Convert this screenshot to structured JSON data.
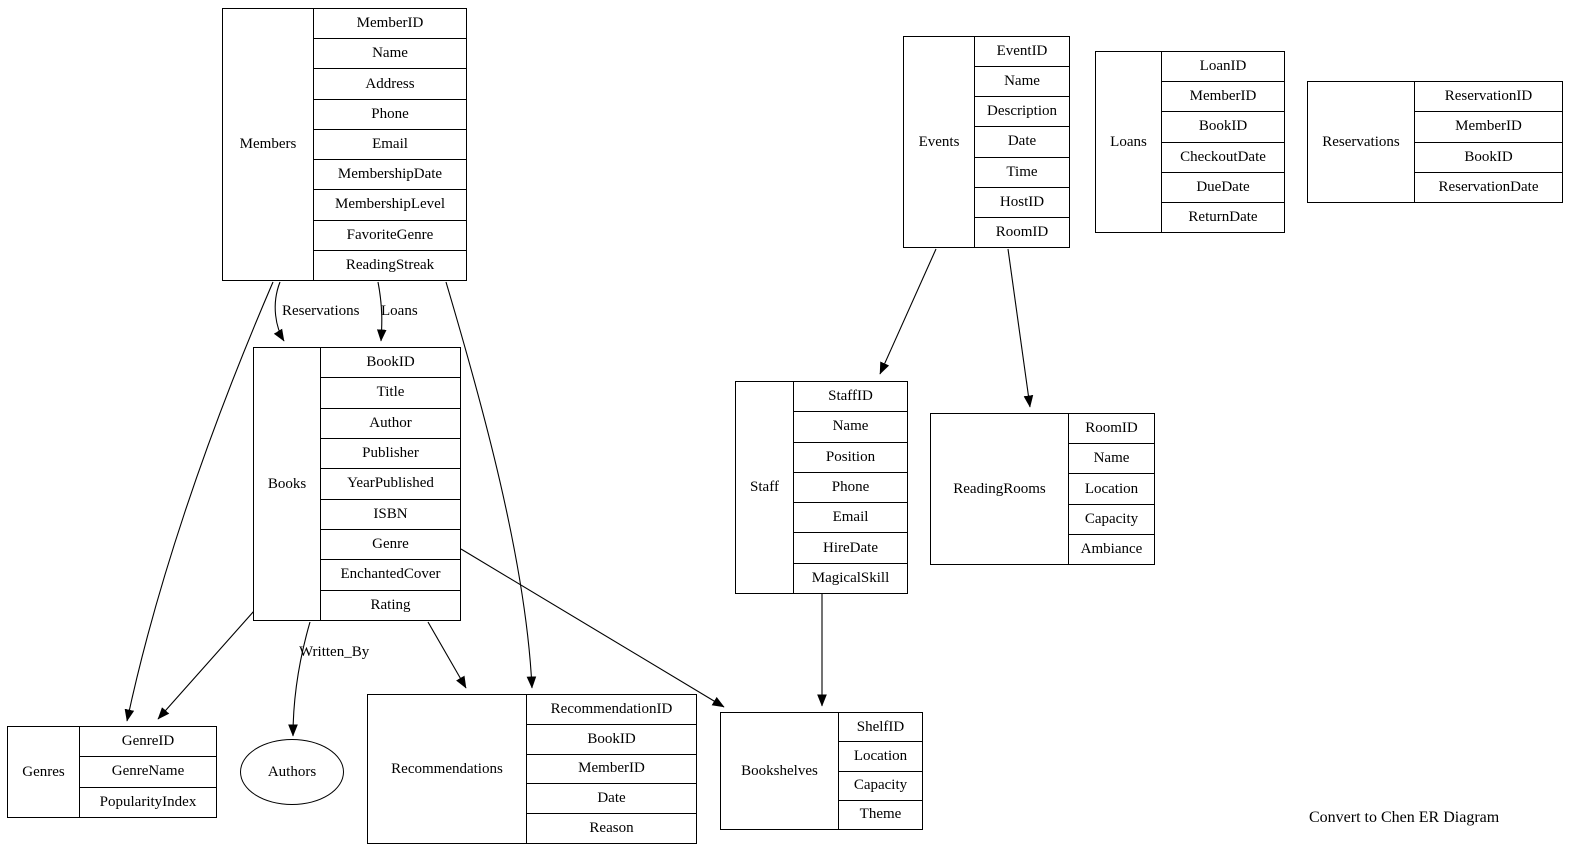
{
  "note": "Convert to Chen ER Diagram",
  "colors": {
    "stroke": "#000000",
    "text": "#000000",
    "background": "#ffffff"
  },
  "edge_labels": {
    "reservations": "Reservations",
    "loans": "Loans",
    "written_by": "Written_By"
  },
  "entities": [
    {
      "id": "members",
      "name": "Members",
      "attributes": [
        "MemberID",
        "Name",
        "Address",
        "Phone",
        "Email",
        "MembershipDate",
        "MembershipLevel",
        "FavoriteGenre",
        "ReadingStreak"
      ]
    },
    {
      "id": "events",
      "name": "Events",
      "attributes": [
        "EventID",
        "Name",
        "Description",
        "Date",
        "Time",
        "HostID",
        "RoomID"
      ]
    },
    {
      "id": "loans",
      "name": "Loans",
      "attributes": [
        "LoanID",
        "MemberID",
        "BookID",
        "CheckoutDate",
        "DueDate",
        "ReturnDate"
      ]
    },
    {
      "id": "reservations",
      "name": "Reservations",
      "attributes": [
        "ReservationID",
        "MemberID",
        "BookID",
        "ReservationDate"
      ]
    },
    {
      "id": "books",
      "name": "Books",
      "attributes": [
        "BookID",
        "Title",
        "Author",
        "Publisher",
        "YearPublished",
        "ISBN",
        "Genre",
        "EnchantedCover",
        "Rating"
      ]
    },
    {
      "id": "staff",
      "name": "Staff",
      "attributes": [
        "StaffID",
        "Name",
        "Position",
        "Phone",
        "Email",
        "HireDate",
        "MagicalSkill"
      ]
    },
    {
      "id": "readingrooms",
      "name": "ReadingRooms",
      "attributes": [
        "RoomID",
        "Name",
        "Location",
        "Capacity",
        "Ambiance"
      ]
    },
    {
      "id": "genres",
      "name": "Genres",
      "attributes": [
        "GenreID",
        "GenreName",
        "PopularityIndex"
      ]
    },
    {
      "id": "recommendations",
      "name": "Recommendations",
      "attributes": [
        "RecommendationID",
        "BookID",
        "MemberID",
        "Date",
        "Reason"
      ]
    },
    {
      "id": "bookshelves",
      "name": "Bookshelves",
      "attributes": [
        "ShelfID",
        "Location",
        "Capacity",
        "Theme"
      ]
    }
  ],
  "nodes": [
    {
      "id": "authors",
      "name": "Authors",
      "shape": "ellipse"
    }
  ],
  "edges": [
    {
      "from": "Members",
      "to": "Books",
      "label": "Reservations"
    },
    {
      "from": "Members",
      "to": "Books",
      "label": "Loans"
    },
    {
      "from": "Members",
      "to": "Genres",
      "label": ""
    },
    {
      "from": "Members",
      "to": "Recommendations",
      "label": ""
    },
    {
      "from": "Books",
      "to": "Genres",
      "label": ""
    },
    {
      "from": "Books",
      "to": "Authors",
      "label": "Written_By"
    },
    {
      "from": "Books",
      "to": "Recommendations",
      "label": ""
    },
    {
      "from": "Books",
      "to": "Bookshelves",
      "label": ""
    },
    {
      "from": "Events",
      "to": "Staff",
      "label": ""
    },
    {
      "from": "Events",
      "to": "ReadingRooms",
      "label": ""
    },
    {
      "from": "Staff",
      "to": "Bookshelves",
      "label": ""
    }
  ]
}
